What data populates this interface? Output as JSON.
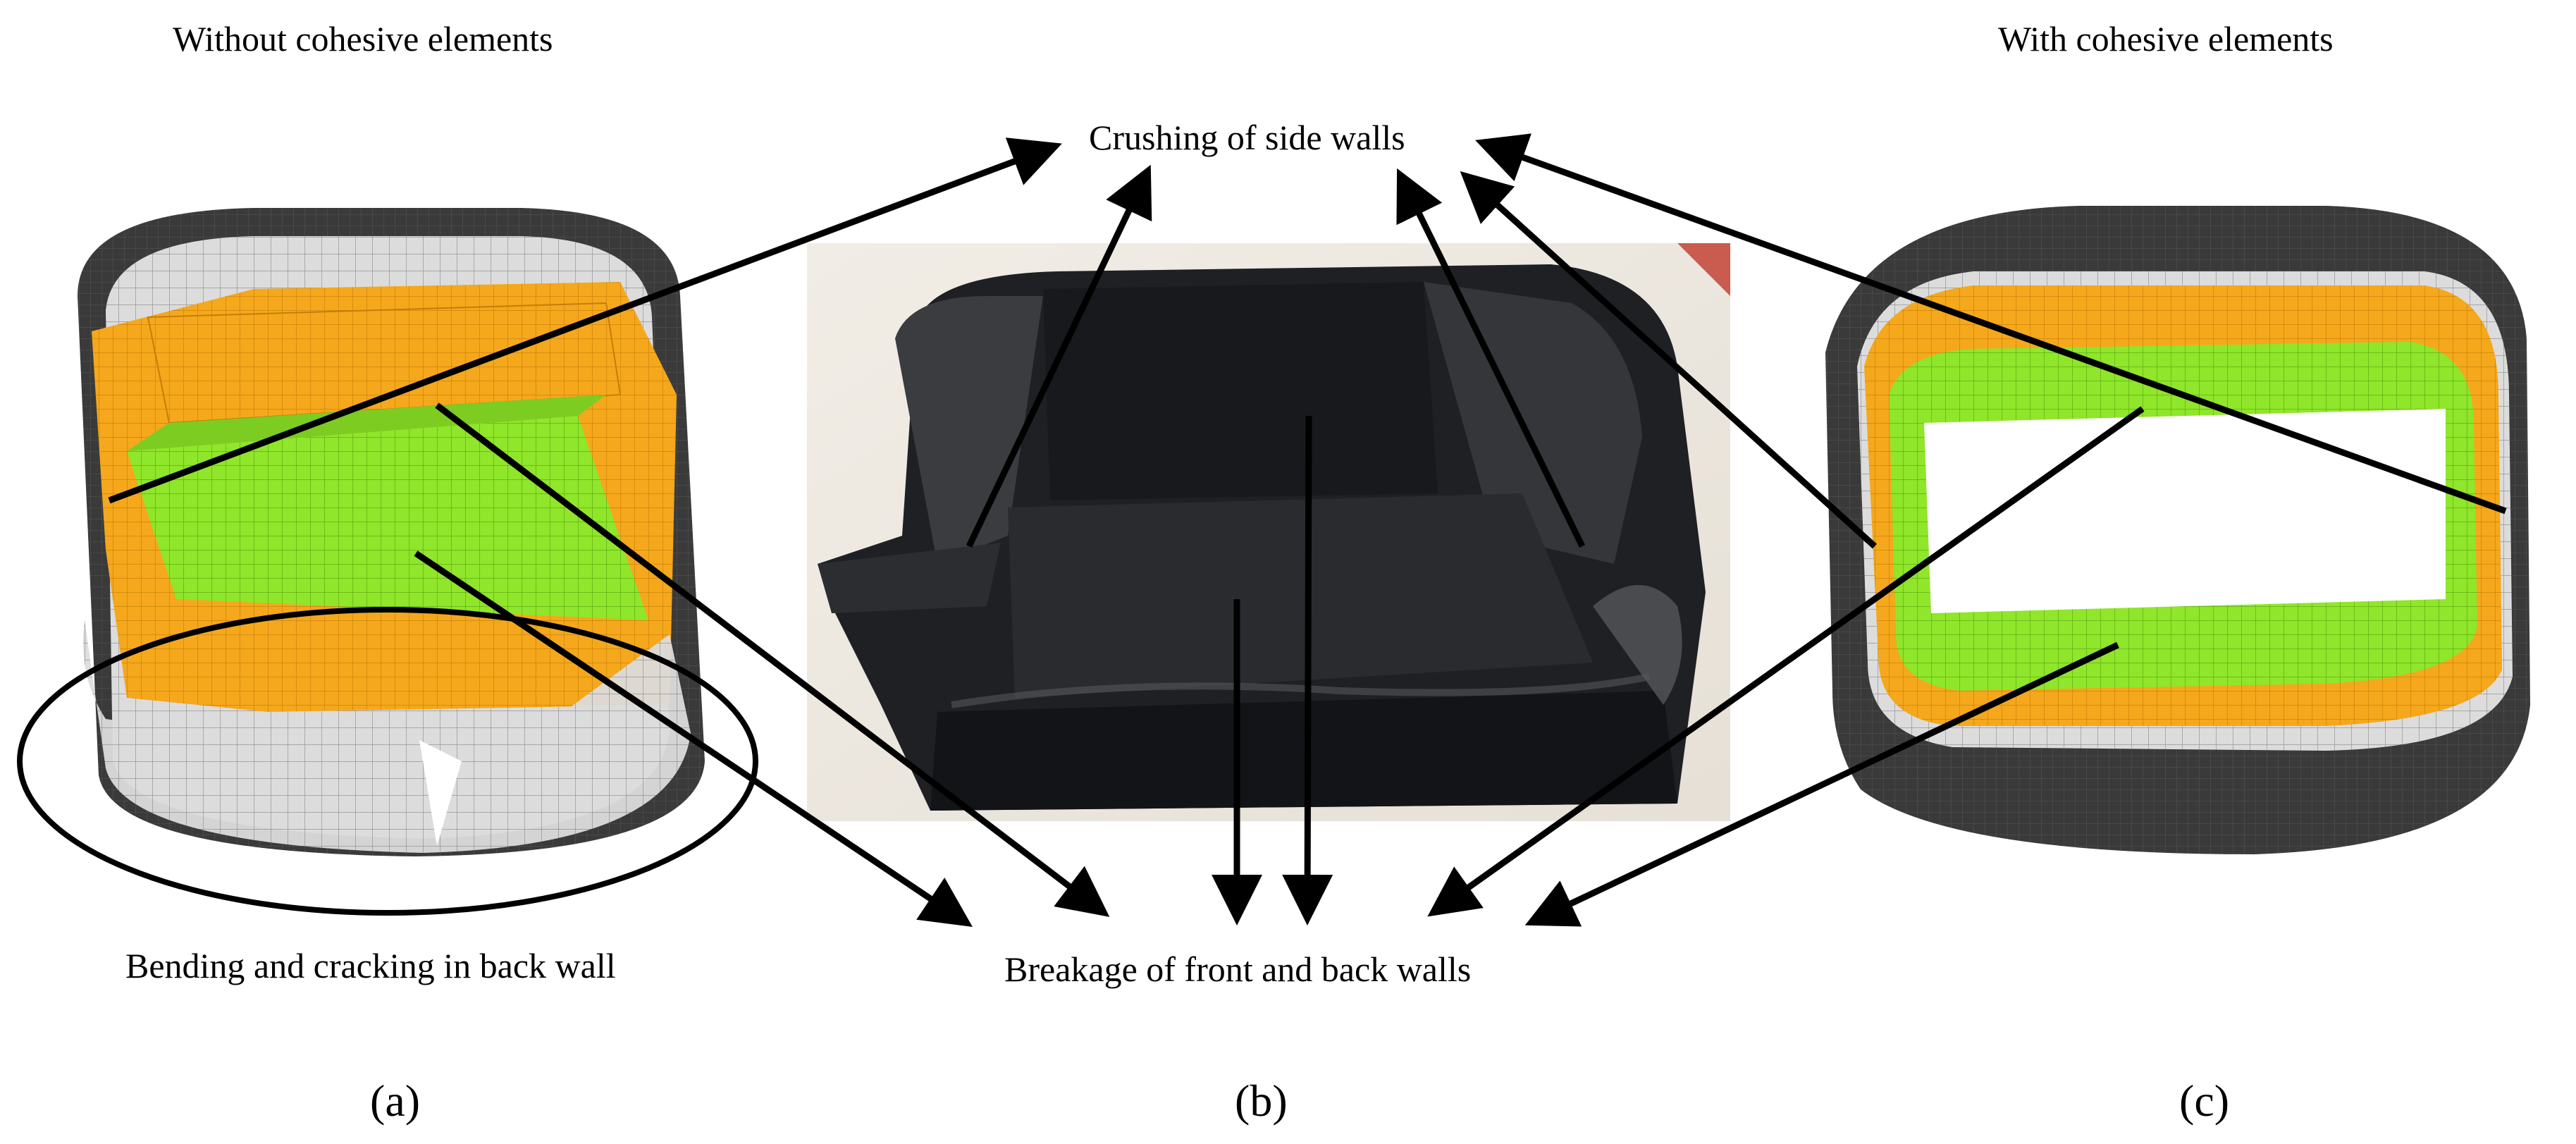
{
  "labels": {
    "without_cohesive": "Without cohesive elements",
    "with_cohesive": "With cohesive elements",
    "crushing": "Crushing of side walls",
    "bending": "Bending and cracking in back wall",
    "breakage": "Breakage of front and back walls"
  },
  "sublabels": {
    "a": "(a)",
    "b": "(b)",
    "c": "(c)"
  },
  "colors": {
    "shell_dark": "#3a3a3a",
    "mesh_light": "#d9d9d9",
    "orange": "#f5a81c",
    "green": "#8fe62a",
    "photo_bg": "#efeae2",
    "photo_dark": "#1e1f22",
    "arrow": "#000000"
  }
}
